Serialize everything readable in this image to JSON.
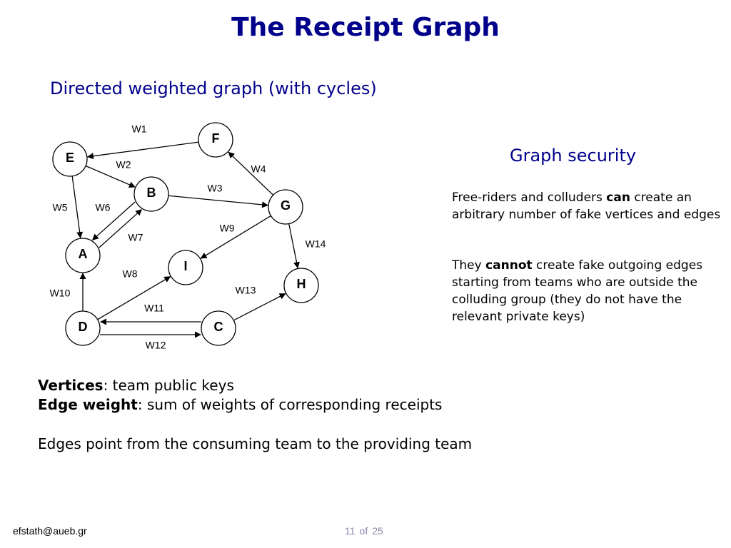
{
  "title": "The Receipt Graph",
  "subtitle": "Directed weighted graph (with cycles)",
  "graph": {
    "nodes": [
      {
        "id": "F",
        "label": "F"
      },
      {
        "id": "E",
        "label": "E"
      },
      {
        "id": "B",
        "label": "B"
      },
      {
        "id": "G",
        "label": "G"
      },
      {
        "id": "A",
        "label": "A"
      },
      {
        "id": "I",
        "label": "I"
      },
      {
        "id": "H",
        "label": "H"
      },
      {
        "id": "D",
        "label": "D"
      },
      {
        "id": "C",
        "label": "C"
      }
    ],
    "edges": [
      {
        "from": "F",
        "to": "E",
        "label": "W1"
      },
      {
        "from": "E",
        "to": "B",
        "label": "W2"
      },
      {
        "from": "B",
        "to": "G",
        "label": "W3"
      },
      {
        "from": "G",
        "to": "F",
        "label": "W4"
      },
      {
        "from": "E",
        "to": "A",
        "label": "W5"
      },
      {
        "from": "B",
        "to": "A",
        "label": "W6"
      },
      {
        "from": "A",
        "to": "B",
        "label": "W7"
      },
      {
        "from": "D",
        "to": "I",
        "label": "W8"
      },
      {
        "from": "G",
        "to": "I",
        "label": "W9"
      },
      {
        "from": "D",
        "to": "A",
        "label": "W10"
      },
      {
        "from": "C",
        "to": "D",
        "label": "W11"
      },
      {
        "from": "D",
        "to": "C",
        "label": "W12"
      },
      {
        "from": "C",
        "to": "H",
        "label": "W13"
      },
      {
        "from": "G",
        "to": "H",
        "label": "W14"
      }
    ]
  },
  "side": {
    "title": "Graph security",
    "p1_pre": "Free-riders and colluders ",
    "p1_bold": "can",
    "p1_post": " create an arbitrary number of fake vertices and edges",
    "p2_pre": "They ",
    "p2_bold": "cannot",
    "p2_post": " create fake outgoing edges starting from teams who are outside the colluding group (they do not have the relevant private keys)"
  },
  "bottom": {
    "vertices_label": "Vertices",
    "vertices_text": ": team public keys",
    "edge_weight_label": "Edge weight",
    "edge_weight_text": ": sum of weights of corresponding receipts",
    "note": "Edges point from the consuming team to the providing team"
  },
  "footer": {
    "email": "efstath@aueb.gr",
    "page_current": "11",
    "page_of": "of",
    "page_total": "25"
  }
}
